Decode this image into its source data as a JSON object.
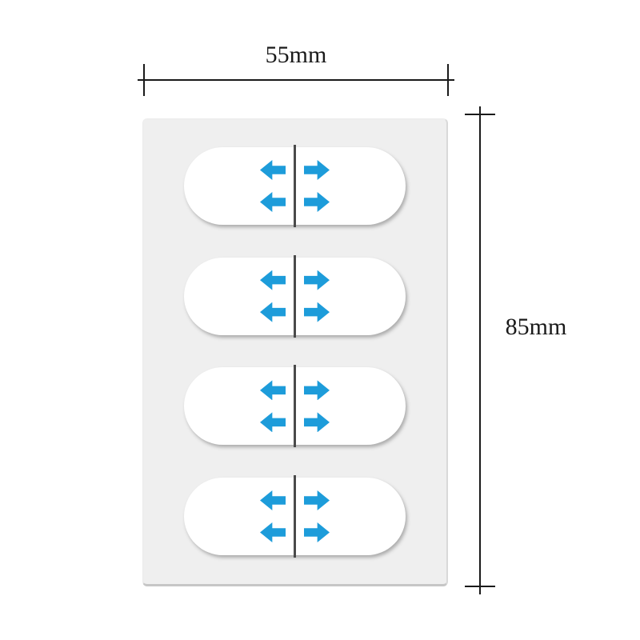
{
  "dimensions": {
    "width_label": "55mm",
    "height_label": "85mm"
  },
  "sheet": {
    "sticker_count": 4,
    "arrows_per_sticker": 4,
    "arrow_directions": [
      "left",
      "right",
      "left",
      "right"
    ]
  },
  "colors": {
    "background": "#ffffff",
    "sheet": "#efefef",
    "sticker": "#ffffff",
    "arrow": "#1d9cda",
    "split_line": "#4a4a4a",
    "dimension_line": "#1a1a1a"
  }
}
